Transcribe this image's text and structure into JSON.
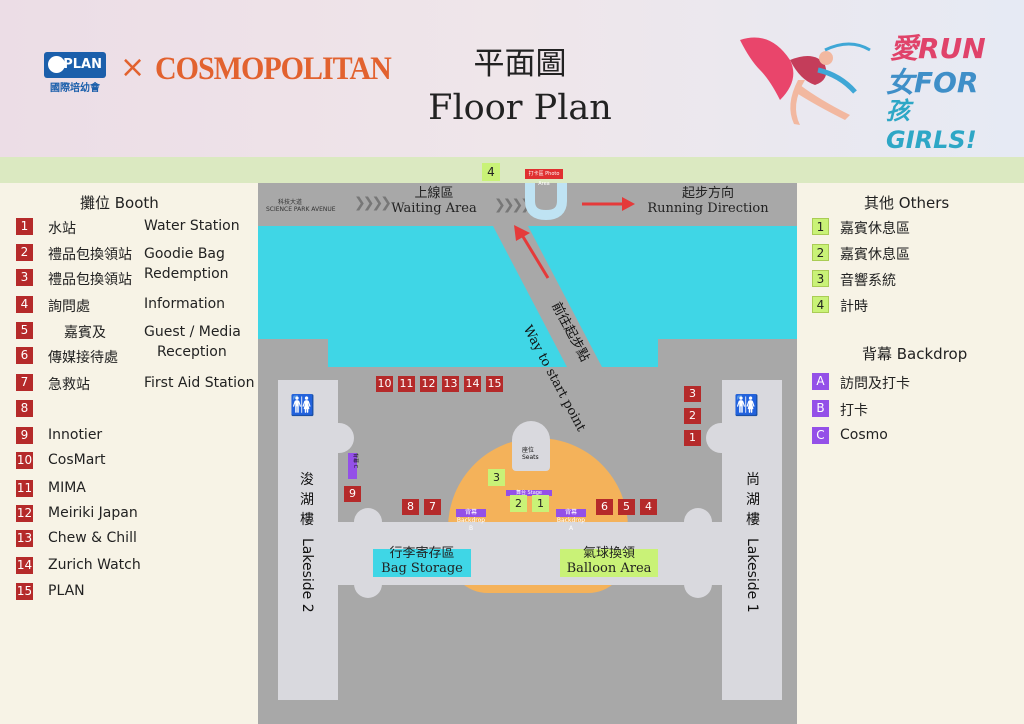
{
  "header": {
    "title_zh": "平面圖",
    "title_en": "Floor Plan",
    "plan_logo_text": "PLAN",
    "plan_logo_sub": "國際培幼會",
    "cosmo_logo": "COSMOPOLITAN",
    "run_logo_1": "愛RUN",
    "run_logo_2": "女FOR",
    "run_logo_3": "孩GIRLS!"
  },
  "booth_legend": {
    "title": "攤位 Booth",
    "items": [
      {
        "num": "1",
        "zh": "水站",
        "en": "Water Station"
      },
      {
        "num": "2",
        "zh": "禮品包換領站",
        "en": "Goodie Bag"
      },
      {
        "num": "3",
        "zh": "禮品包換領站",
        "en": "Redemption"
      },
      {
        "num": "4",
        "zh": "詢問處",
        "en": "Information"
      },
      {
        "num": "5",
        "zh": "嘉賓及",
        "en": "Guest / Media"
      },
      {
        "num": "6",
        "zh": "傳媒接待處",
        "en": "Reception"
      },
      {
        "num": "7",
        "zh": "急救站",
        "en": "First Aid Station"
      },
      {
        "num": "8",
        "zh": "",
        "en": ""
      },
      {
        "num": "9",
        "zh": "Innotier",
        "en": ""
      },
      {
        "num": "10",
        "zh": "CosMart",
        "en": ""
      },
      {
        "num": "11",
        "zh": "MIMA",
        "en": ""
      },
      {
        "num": "12",
        "zh": "Meiriki Japan",
        "en": ""
      },
      {
        "num": "13",
        "zh": "Chew & Chill",
        "en": ""
      },
      {
        "num": "14",
        "zh": "Zurich Watch",
        "en": ""
      },
      {
        "num": "15",
        "zh": "PLAN",
        "en": ""
      }
    ]
  },
  "others_legend": {
    "title": "其他 Others",
    "items": [
      {
        "num": "1",
        "label": "嘉賓休息區"
      },
      {
        "num": "2",
        "label": "嘉賓休息區"
      },
      {
        "num": "3",
        "label": "音響系統"
      },
      {
        "num": "4",
        "label": "計時"
      }
    ]
  },
  "backdrop_legend": {
    "title": "背幕 Backdrop",
    "items": [
      {
        "num": "A",
        "label": "訪問及打卡"
      },
      {
        "num": "B",
        "label": "打卡"
      },
      {
        "num": "C",
        "label": "Cosmo"
      }
    ]
  },
  "map": {
    "science_park_zh": "科技大道",
    "science_park_en": "SCIENCE PARK AVENUE",
    "waiting_zh": "上線區",
    "waiting_en": "Waiting Area",
    "running_zh": "起步方向",
    "running_en": "Running Direction",
    "way_zh": "前往起步點",
    "way_en": "Way to start point",
    "lakeside2_zh": "浚湖樓",
    "lakeside2_en": "Lakeside 2",
    "lakeside1_zh": "尚湖樓",
    "lakeside1_en": "Lakeside 1",
    "bag_zh": "行李寄存區",
    "bag_en": "Bag Storage",
    "balloon_zh": "氣球換領",
    "balloon_en": "Balloon Area",
    "seats_zh": "座位",
    "seats_en": "Seats",
    "stage_label": "舞台 Stage",
    "photo_label": "打卡區 Photo Area",
    "top_green": "4",
    "backdrop_b": "背幕 Backdrop B",
    "backdrop_a": "背幕 Backdrop A",
    "backdrop_c": "背幕 C",
    "toilet_icon": "🚻",
    "map_booths_top": [
      "10",
      "11",
      "12",
      "13",
      "14",
      "15"
    ],
    "map_booths_right": [
      "3",
      "2",
      "1"
    ],
    "map_booth_9": "9",
    "map_booths_left_stage": [
      "8",
      "7"
    ],
    "map_booths_right_stage": [
      "6",
      "5",
      "4"
    ],
    "stage_green": [
      "2",
      "1"
    ],
    "stage_green_3": "3"
  }
}
